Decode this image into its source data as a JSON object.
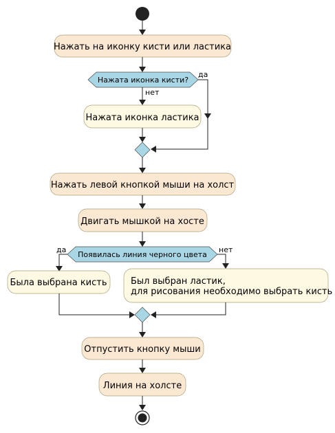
{
  "diagram": {
    "act_click_icon": "Нажать на иконку кисти или ластика",
    "dec_brush_clicked": "Нажата иконка кисти?",
    "label_yes_1": "да",
    "label_no_1": "нет",
    "act_eraser_clicked": "Нажата иконка ластика",
    "act_press_left_mouse": "Нажать левой кнопкой мыши на холст",
    "act_move_mouse": "Двигать мышкой на хосте",
    "dec_black_line": "Появилась линия черного цвета",
    "label_yes_2": "да",
    "label_no_2": "нет",
    "act_brush_selected": "Была выбрана кисть",
    "act_eraser_selected_line1": "Был выбран ластик,",
    "act_eraser_selected_line2": "для рисования необходимо выбрать кисть",
    "act_release_mouse": "Отпустить кнопку мыши",
    "act_line_on_canvas": "Линия на холсте"
  }
}
